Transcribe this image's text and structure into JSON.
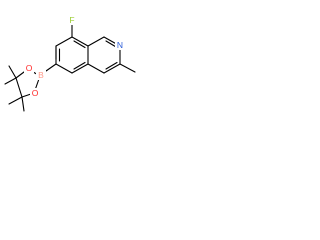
{
  "molecule": {
    "atoms": {
      "fluorine": "F",
      "nitrogen": "N",
      "boron": "B",
      "oxygen_upper": "O",
      "oxygen_lower": "O"
    },
    "colors": {
      "fluorine": "#9acd32",
      "nitrogen": "#2a5bd7",
      "boron": "#ff9a8a",
      "oxygen": "#ff2a2a",
      "bond": "#000000"
    }
  }
}
